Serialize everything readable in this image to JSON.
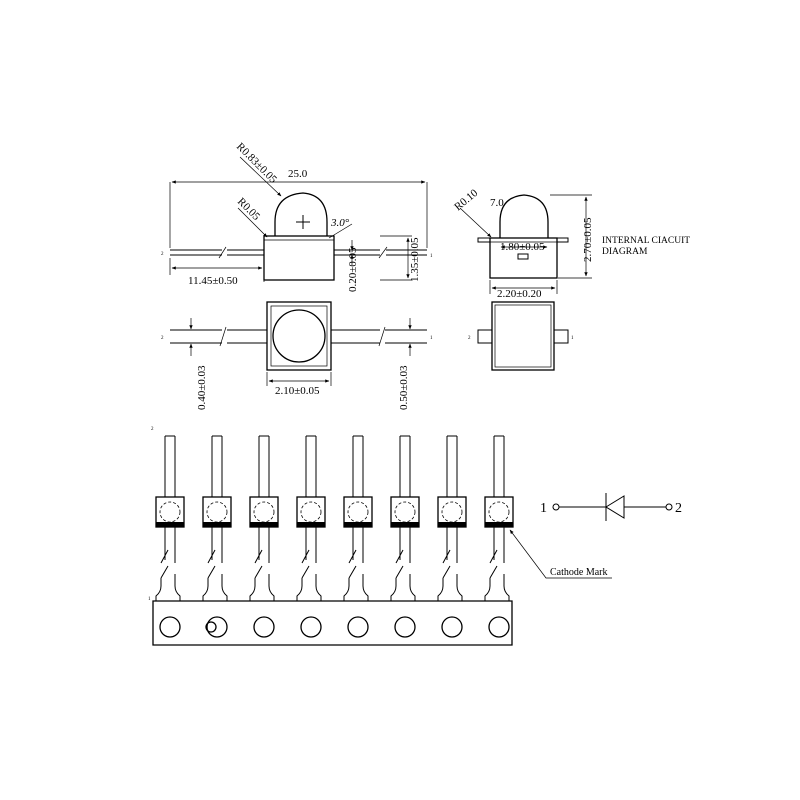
{
  "side_view": {
    "overall_length": "25.0",
    "dome_radius": "R0.83±0.05",
    "shoulder_radius": "R0.05",
    "lead_thickness": "0.20±0.05",
    "body_height": "1.35±0.05",
    "angle": "3.0°",
    "lead_length": "11.45±0.50",
    "pin_label_left": "2",
    "pin_label_right": "1"
  },
  "end_view": {
    "radius": "R0.10",
    "angle": "7.0",
    "inner_width": "1.80±0.05",
    "total_height": "2.70±0.05",
    "width": "2.20±0.20",
    "circuit_title": "INTERNAL CIACUIT\nDIAGRAM"
  },
  "top_view": {
    "lead_width_left": "0.40±0.03",
    "body_width": "2.10±0.05",
    "lead_width_right": "0.50±0.03"
  },
  "schematic": {
    "pin1": "1",
    "pin2": "2"
  },
  "strip": {
    "pin_label_top": "2",
    "pin_label_bottom": "1",
    "cathode_label": "Cathode Mark",
    "led_count": 8
  }
}
